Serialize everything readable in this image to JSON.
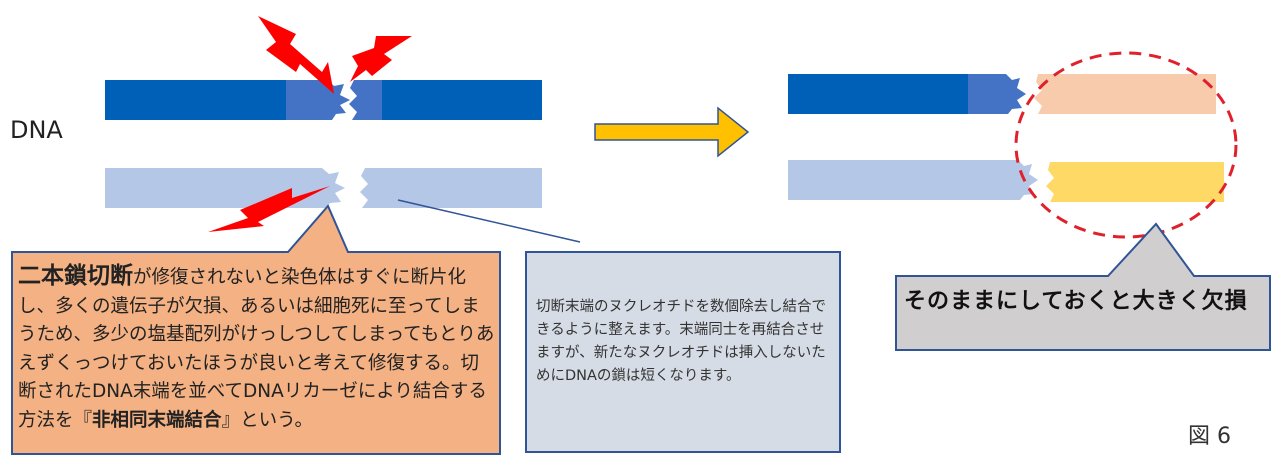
{
  "labels": {
    "dna": "DNA",
    "figure": "図 6"
  },
  "callout_main": {
    "bold_lead": "二本鎖切断",
    "text_1": "が修復されないと染色体はすぐに断片化し、多くの遺伝子が欠損、あるいは細胞死に至ってしまうため、多少の塩基配列がけっしつしてしまってもとりあえずくっつけておいたほうが良いと考えて修復する。切断されたDNA末端を並べてDNAリカーゼにより結合する方法を",
    "quote_open": "『",
    "bold_term": "非相同末端結合",
    "quote_close": "』",
    "text_2": "という。"
  },
  "callout_trim": {
    "text": "切断末端のヌクレオチドを数個除去し結合できるように整えます。末端同士を再結合させますが、新たなヌクレオチドは挿入しないためにDNAの鎖は短くなります。"
  },
  "callout_loss": {
    "text": "そのままにしておくと大きく欠損"
  },
  "colors": {
    "strand_dark": "#0060B8",
    "strand_mid": "#4472C4",
    "strand_light": "#B4C7E7",
    "lost_top": "#F8CBAD",
    "lost_bottom": "#FFD966",
    "bolt": "#FF0000",
    "arrow": "#FFC000",
    "callout_orange": "#F4B183",
    "callout_blue": "#D6DCE5",
    "callout_gray": "#D0CECE",
    "dashed_circle": "#E0202A"
  }
}
